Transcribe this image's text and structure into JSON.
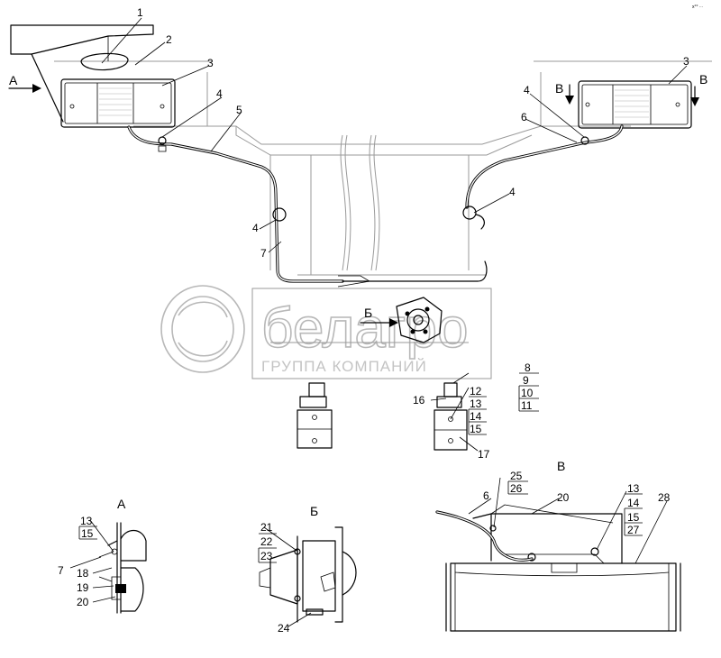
{
  "corner_mark": "x°° ∙∙∙",
  "watermark": {
    "brand": "белагро",
    "subtitle": "ГРУППА КОМПАНИЙ"
  },
  "view_labels": {
    "a": "А",
    "b_cyr": "Б",
    "v": "В"
  },
  "callouts": {
    "c1": "1",
    "c2": "2",
    "c3": "3",
    "c4": "4",
    "c5": "5",
    "c6": "6",
    "c7": "7",
    "c8": "8",
    "c9": "9",
    "c10": "10",
    "c11": "11",
    "c12": "12",
    "c13": "13",
    "c14": "14",
    "c15": "15",
    "c16": "16",
    "c17": "17",
    "c18": "18",
    "c19": "19",
    "c20": "20",
    "c21": "21",
    "c22": "22",
    "c23": "23",
    "c24": "24",
    "c25": "25",
    "c26": "26",
    "c27": "27",
    "c28": "28"
  }
}
